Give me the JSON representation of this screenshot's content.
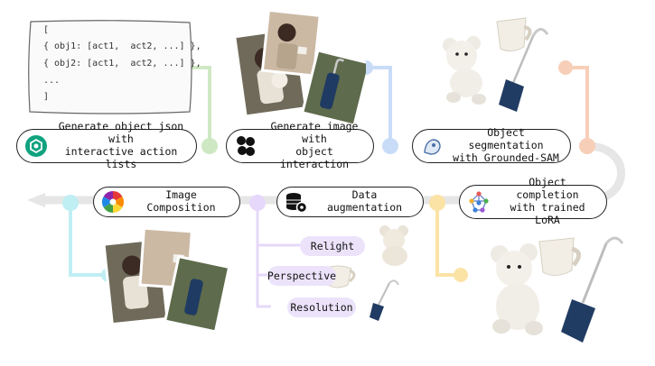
{
  "json_box": {
    "lines": [
      "[",
      "{ obj1: [act1,  act2, ...] },",
      "{ obj2: [act1,  act2, ...] },",
      "...",
      "]"
    ]
  },
  "steps": {
    "gen_json": {
      "line1": "Generate object json with",
      "line2": "interactive action lists",
      "icon": "openai-icon"
    },
    "gen_image": {
      "line1": "Generate image with",
      "line2": "object interaction",
      "icon": "generator-icon"
    },
    "segmentation": {
      "line1": "Object segmentation",
      "line2": "with Grounded-SAM",
      "icon": "segmentation-icon"
    },
    "completion": {
      "line1": "Object completion",
      "line2": "with trained LoRA",
      "icon": "network-icon"
    },
    "augmentation": {
      "line1": "Data augmentation",
      "icon": "database-gear-icon"
    },
    "composition": {
      "line1": "Image Composition",
      "icon": "color-wheel-icon"
    }
  },
  "augment_options": [
    "Relight",
    "Perspective",
    "Resolution"
  ],
  "colors": {
    "green": "#cfe8c4",
    "blue": "#c9dcf7",
    "orange": "#f7cfb8",
    "yellow": "#fbe3a6",
    "purple": "#e6d8fa",
    "cyan": "#bfeef3",
    "gray": "#e9e9e9"
  }
}
